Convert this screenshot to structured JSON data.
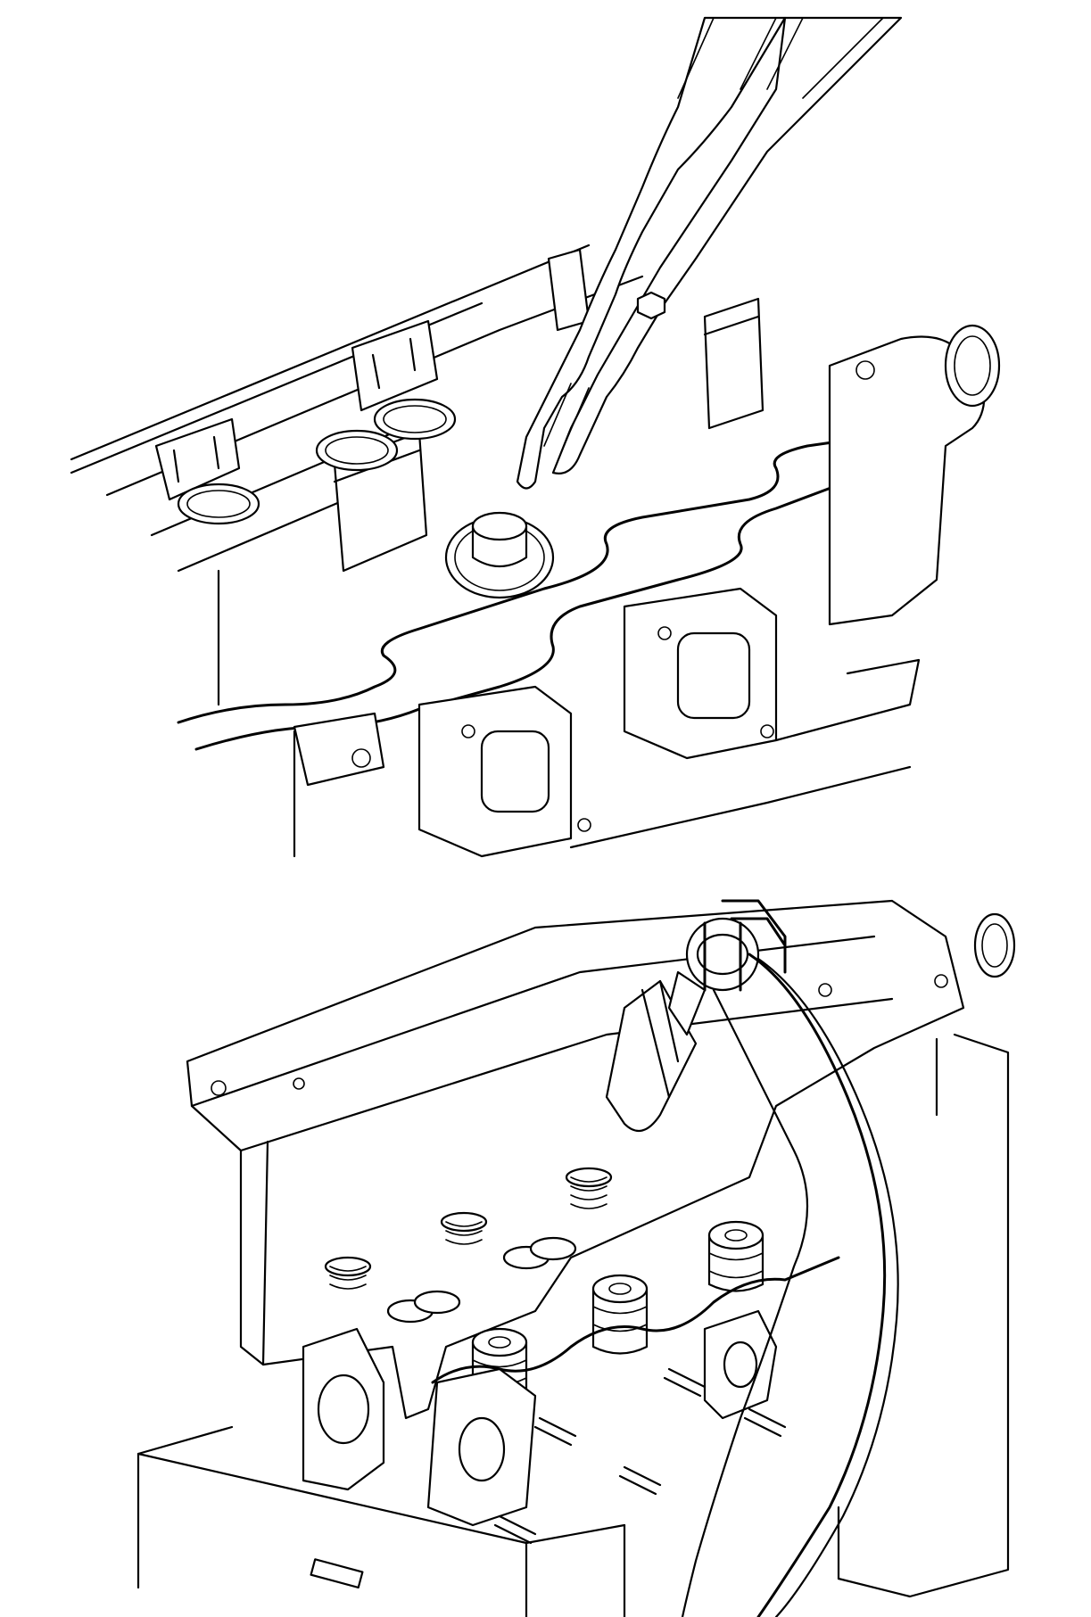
{
  "figure": {
    "panels": [
      {
        "id": "top",
        "tool": "pliers-icon",
        "subject": "cylinder-head-valve-seal-removal"
      },
      {
        "id": "bottom",
        "tool": "valve-spring-compressor-icon",
        "subject": "cylinder-head-on-bench"
      }
    ]
  },
  "colors": {
    "ink": "#000000",
    "paper": "#ffffff"
  }
}
